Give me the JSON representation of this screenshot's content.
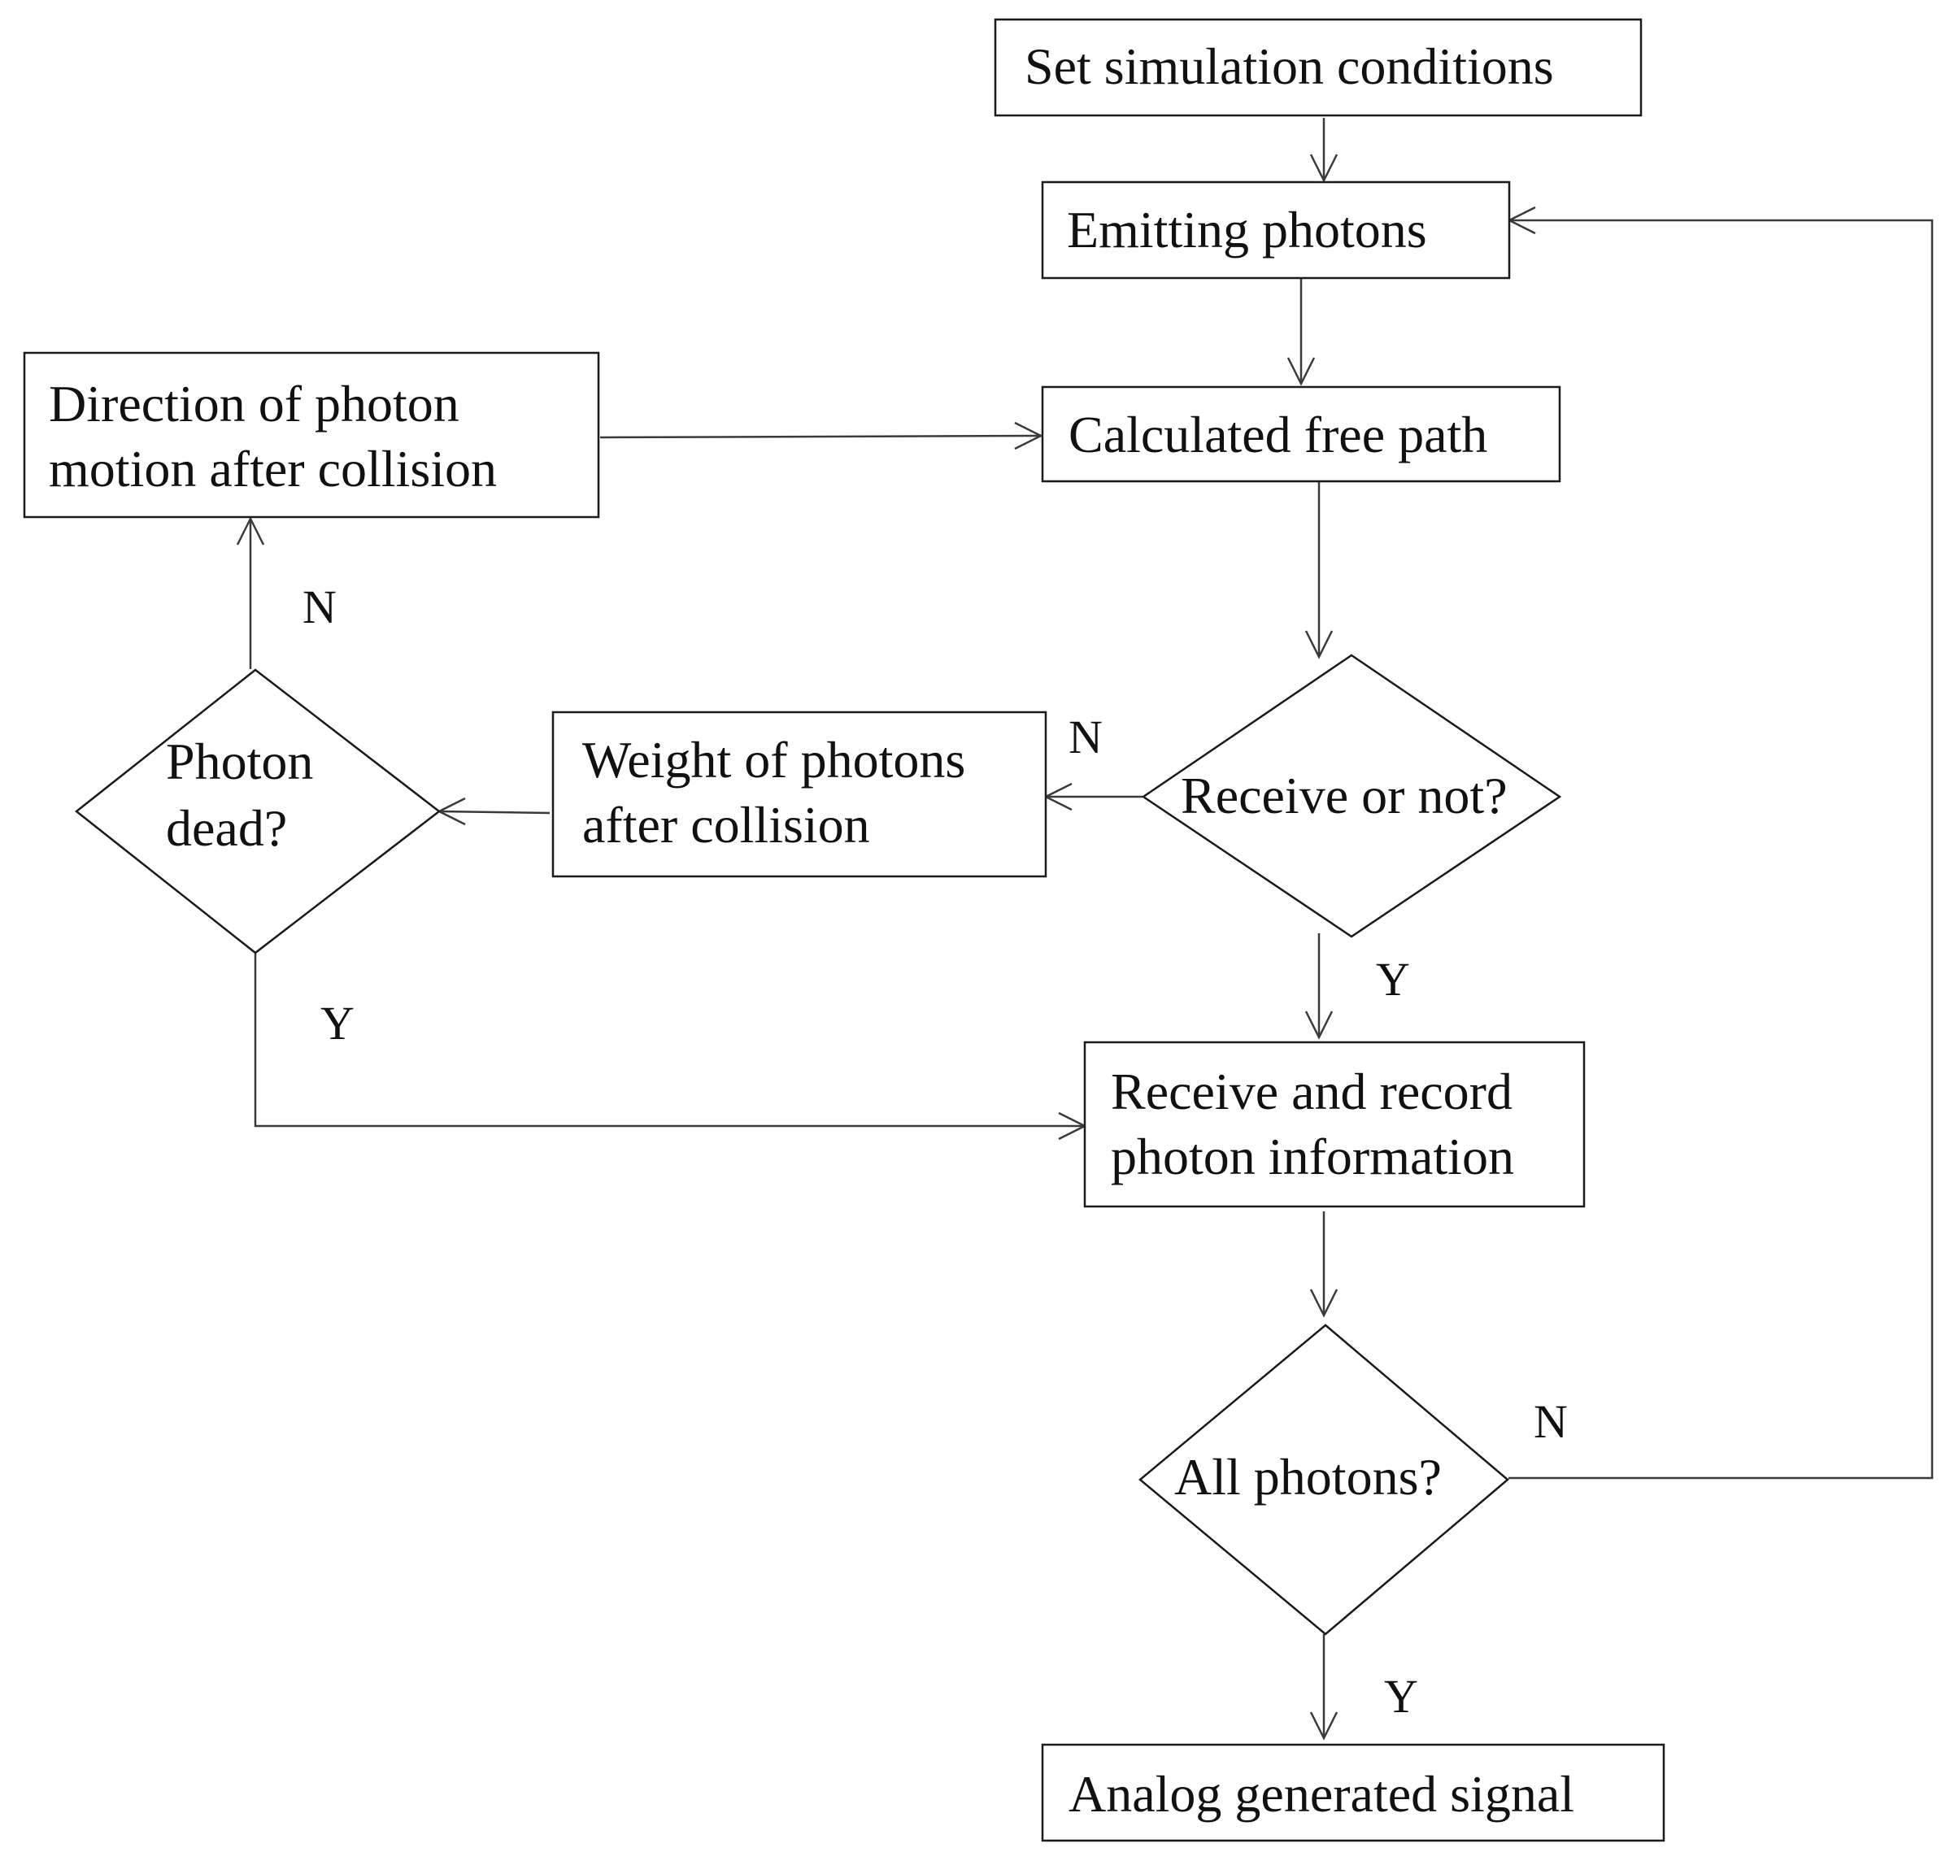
{
  "nodes": {
    "set_conditions": "Set simulation  conditions",
    "emitting": "Emitting  photons",
    "free_path": "Calculated  free path",
    "direction": [
      "Direction  of photon",
      "motion after  collision"
    ],
    "receive_q": "Receive or not?",
    "weight": [
      "Weight  of photons",
      "after  collision"
    ],
    "dead_q": [
      "Photon",
      "dead?"
    ],
    "record": [
      "Receive and record",
      "photon information"
    ],
    "all_q": "All   photons?",
    "analog": "Analog  generated  signal"
  },
  "edge_labels": {
    "dead_no": "N",
    "dead_yes": "Y",
    "receive_no": "N",
    "receive_yes": "Y",
    "all_no": "N",
    "all_yes": "Y"
  }
}
